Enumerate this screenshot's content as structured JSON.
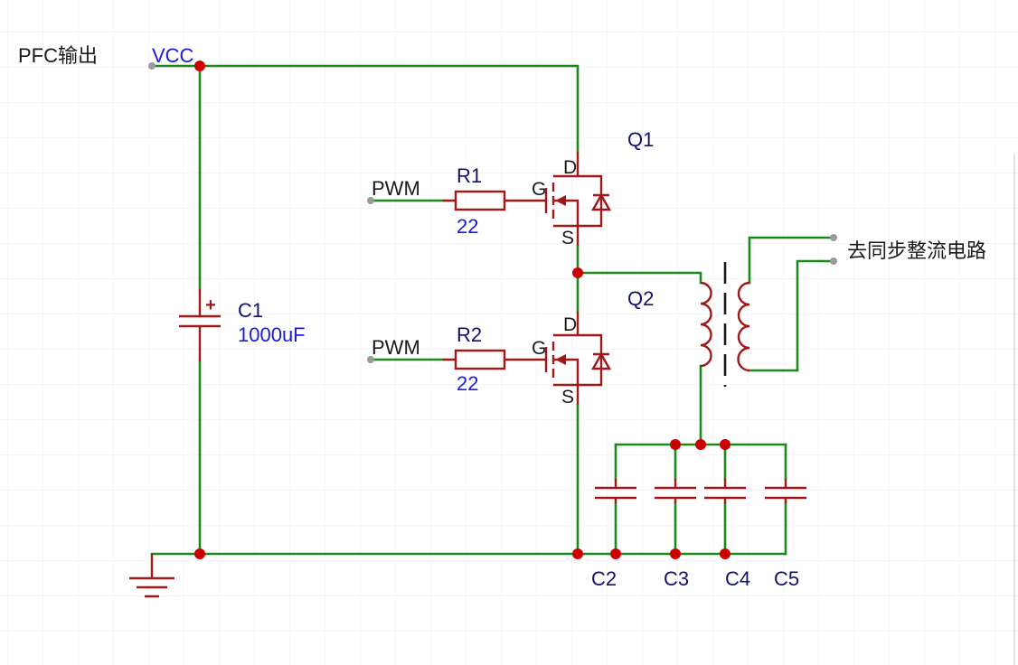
{
  "title_label": "PFC输出",
  "net_labels": {
    "vcc": "VCC",
    "pwm1": "PWM",
    "pwm2": "PWM",
    "output": "去同步整流电路"
  },
  "components": {
    "c1": {
      "ref": "C1",
      "value": "1000uF",
      "polarity": "+"
    },
    "r1": {
      "ref": "R1",
      "value": "22"
    },
    "r2": {
      "ref": "R2",
      "value": "22"
    },
    "q1": {
      "ref": "Q1",
      "drain": "D",
      "gate": "G",
      "source": "S"
    },
    "q2": {
      "ref": "Q2",
      "drain": "D",
      "gate": "G",
      "source": "S"
    },
    "c2": {
      "ref": "C2"
    },
    "c3": {
      "ref": "C3"
    },
    "c4": {
      "ref": "C4"
    },
    "c5": {
      "ref": "C5"
    }
  },
  "colors": {
    "wire": "#1a8a1a",
    "component": "#a01818",
    "junction": "#cc0000",
    "value_text": "#1a1ae0",
    "ref_text": "#12126e",
    "grid": "#ececec"
  }
}
